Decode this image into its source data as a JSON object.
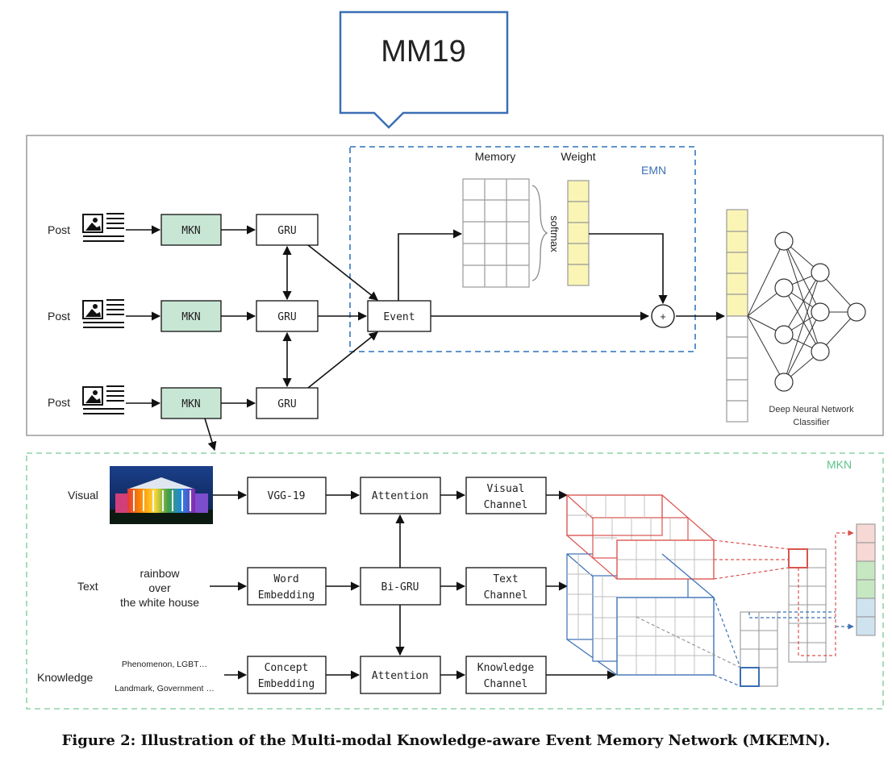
{
  "header_label": "MM19",
  "emn": {
    "label": "EMN",
    "memory_label": "Memory",
    "weight_label": "Weight",
    "softmax_label": "softmax",
    "event_label": "Event",
    "plus_label": "+"
  },
  "posts": [
    {
      "label": "Post",
      "mkn": "MKN",
      "gru": "GRU"
    },
    {
      "label": "Post",
      "mkn": "MKN",
      "gru": "GRU"
    },
    {
      "label": "Post",
      "mkn": "MKN",
      "gru": "GRU"
    }
  ],
  "classifier": {
    "line1": "Deep Neural Network",
    "line2": "Classifier"
  },
  "mkn_panel": {
    "label": "MKN",
    "visual_label": "Visual",
    "text_label": "Text",
    "knowledge_label": "Knowledge",
    "text_lines": [
      "rainbow",
      "over",
      "the white house"
    ],
    "knowledge_line1": "Phenomenon, LGBT…",
    "knowledge_line2": "Landmark, Government …",
    "vgg": "VGG-19",
    "word_embedding": [
      "Word",
      "Embedding"
    ],
    "concept_embedding": [
      "Concept",
      "Embedding"
    ],
    "attention_top": "Attention",
    "bigru": "Bi-GRU",
    "attention_bottom": "Attention",
    "visual_channel": [
      "Visual",
      "Channel"
    ],
    "text_channel": [
      "Text",
      "Channel"
    ],
    "knowledge_channel": [
      "Knowledge",
      "Channel"
    ]
  },
  "caption": "Figure 2: Illustration of the Multi-modal Knowledge-aware Event Memory Network (MKEMN).",
  "colors": {
    "header_border": "#3b6fb6",
    "emn_dash": "#4a86c5",
    "emn_text": "#3d6fb5",
    "mkn_dash": "#8fd3a8",
    "mkn_text": "#5cc48a",
    "mkn_fill": "#c8e6d4",
    "weight_fill": "#faf5b5",
    "red": "#d9534f",
    "blue": "#3a6fb5",
    "pink": "#f6d8d4",
    "green": "#c6e7c1",
    "lightblue": "#cfe3ef"
  }
}
